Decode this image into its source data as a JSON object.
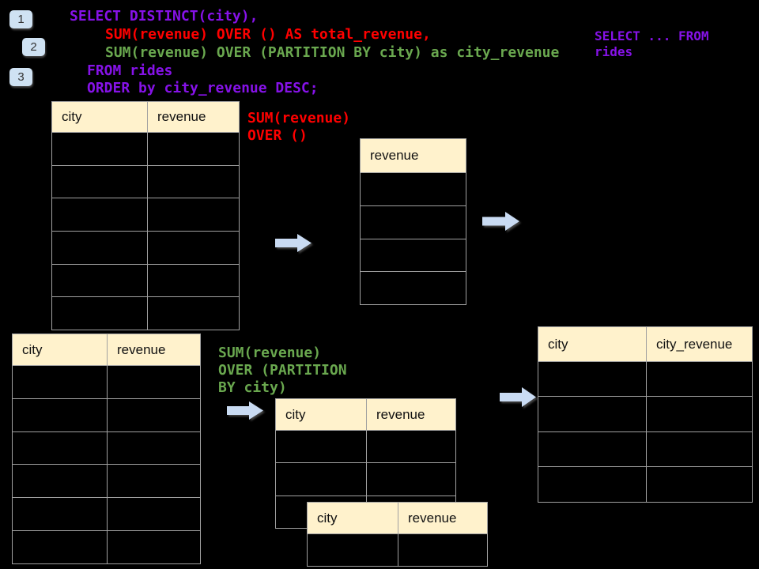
{
  "sql": {
    "line1": "SELECT DISTINCT(city),",
    "line2": "SUM(revenue) OVER () AS total_revenue,",
    "line3": "SUM(revenue) OVER (PARTITION BY city) as city_revenue",
    "line4": "FROM rides",
    "line5": "ORDER by city_revenue DESC;"
  },
  "side_note": {
    "line1": "SELECT ... FROM",
    "line2": "rides"
  },
  "badges": [
    "1",
    "2",
    "3"
  ],
  "annotations": {
    "total_revenue": {
      "line1": "SUM(revenue)",
      "line2": "OVER ()"
    },
    "partition": {
      "line1": "SUM(revenue)",
      "line2": "OVER (PARTITION",
      "line3": "BY city)"
    }
  },
  "tables": {
    "source_top": {
      "headers": [
        "city",
        "revenue"
      ],
      "rows": 6
    },
    "total_result": {
      "headers": [
        "revenue"
      ],
      "rows": 4
    },
    "source_bottom": {
      "headers": [
        "city",
        "revenue"
      ],
      "rows": 6
    },
    "partition_mid": {
      "headers": [
        "city",
        "revenue"
      ],
      "rows": 3
    },
    "partition_overlay": {
      "headers": [
        "city",
        "revenue"
      ],
      "rows": 1
    },
    "final_result": {
      "headers": [
        "city",
        "city_revenue"
      ],
      "rows": 4
    }
  },
  "colors": {
    "background": "#000000",
    "sql_keyword_purple": "#8612E8",
    "total_revenue_red": "#FF0000",
    "partition_green": "#6AA84F",
    "table_header_bg": "#FFF2CC",
    "table_border": "#A1A1A1",
    "badge_bg": "#CFE2F3",
    "arrow_fill": "#C9DBF3"
  }
}
